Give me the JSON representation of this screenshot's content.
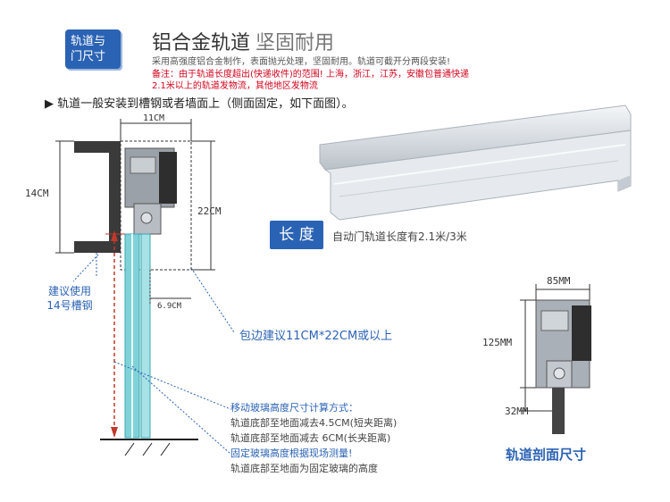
{
  "header": {
    "badge_line1": "轨道与",
    "badge_line2": "门尺寸",
    "title_main": "铝合金轨道",
    "title_sub": "坚固耐用",
    "desc": "采用高强度铝合金制作，表面抛光处理，坚固耐用。轨道可截开分两段安装!",
    "note_line1": "备注：由于轨道长度超出(快递收件)的范围! 上海，浙江，江苏，安徽包普通快递",
    "note_line2": "2.1米以上的轨道发物流，其他地区发物流"
  },
  "install_note": "▶ 轨道一般安装到槽钢或者墙面上（侧面固定，如下面图）。",
  "length": {
    "badge": "长 度",
    "text": "自动门轨道长度有2.1米/3米"
  },
  "dimensions": {
    "top_width": "11CM",
    "left_height": "14CM",
    "right_height": "22CM",
    "gap": "6.9CM",
    "section_width": "85MM",
    "section_height": "125MM",
    "section_bottom": "32MM"
  },
  "recommend": {
    "line1": "建议使用",
    "line2": "14号槽钢"
  },
  "wrap_note": "包边建议11CM*22CM或以上",
  "calc": {
    "heading1": "移动玻璃高度尺寸计算方式：",
    "line1": "轨道底部至地面减去4.5CM(短夹距离)",
    "line2": "轨道底部至地面减去 6CM(长夹距离)",
    "heading2": "固定玻璃高度根据现场测量!",
    "line3": "轨道底部至地面为固定玻璃的高度"
  },
  "section_title": "轨道剖面尺寸",
  "colors": {
    "accent_blue": "#2b63b4",
    "note_red": "#d0021b",
    "dimension_red": "#c0392b",
    "glass": "#7fd3d8"
  }
}
